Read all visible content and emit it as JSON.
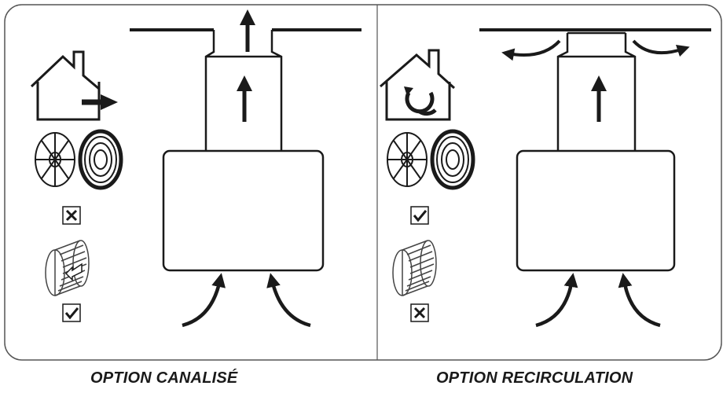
{
  "panels": {
    "ducted": {
      "caption": "OPTION CANALISÉ",
      "filter_check": "cross",
      "duct_check": "check"
    },
    "recirculation": {
      "caption": "OPTION RECIRCULATION",
      "filter_check": "check",
      "duct_check": "cross"
    }
  },
  "colors": {
    "line": "#1a1a1a",
    "frame": "#555555",
    "background": "#ffffff"
  }
}
